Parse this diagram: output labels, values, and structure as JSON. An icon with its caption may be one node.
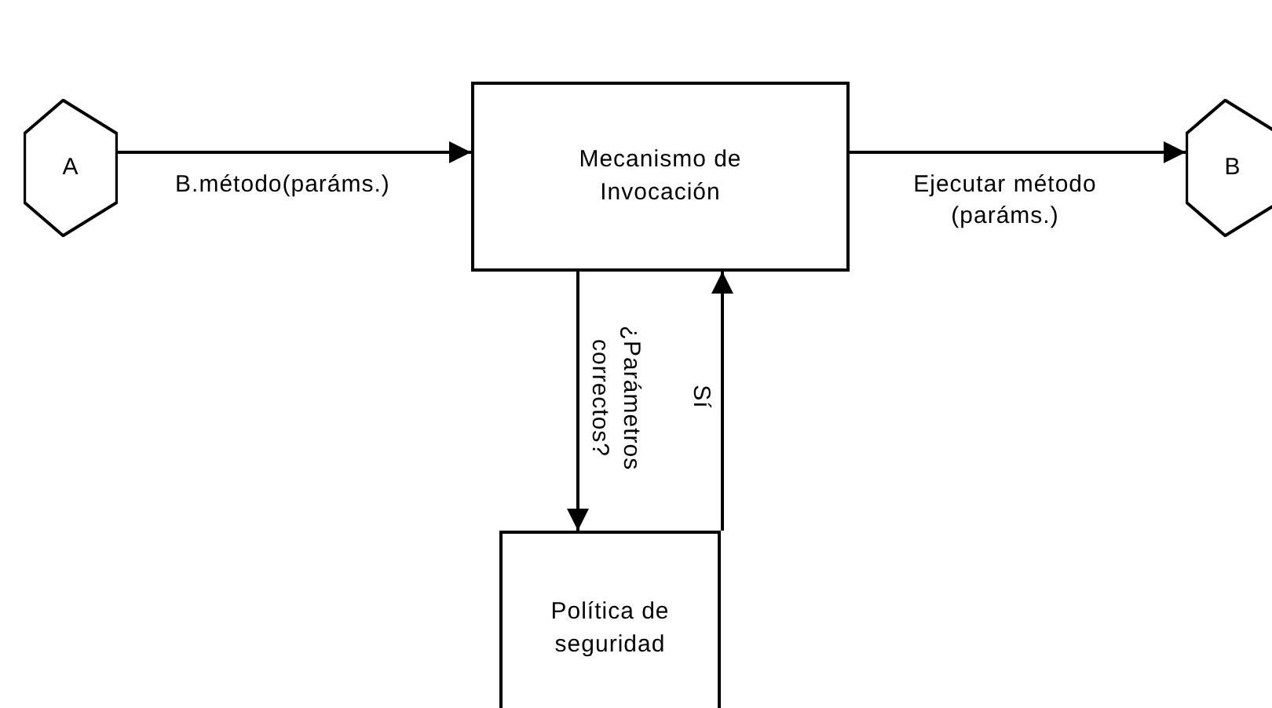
{
  "diagram": {
    "nodes": [
      {
        "text": [
          "A"
        ]
      },
      {
        "text": [
          "Mecanismo de Invocación"
        ]
      },
      {
        "text": [
          "B"
        ]
      },
      {
        "text": [
          "Política de seguridad"
        ]
      }
    ],
    "edges": [
      {
        "from": 0,
        "to": 1,
        "arrow": "to",
        "label": "B.método(paráms.)"
      },
      {
        "from": 1,
        "to": 2,
        "arrow": "to",
        "label": "Ejecutar método (paráms.)"
      },
      {
        "from": 1,
        "to": 3,
        "arrow": "to",
        "label": "¿Parámetros correctos?"
      },
      {
        "from": 3,
        "to": 1,
        "arrow": "to",
        "label": "Sí"
      }
    ]
  }
}
